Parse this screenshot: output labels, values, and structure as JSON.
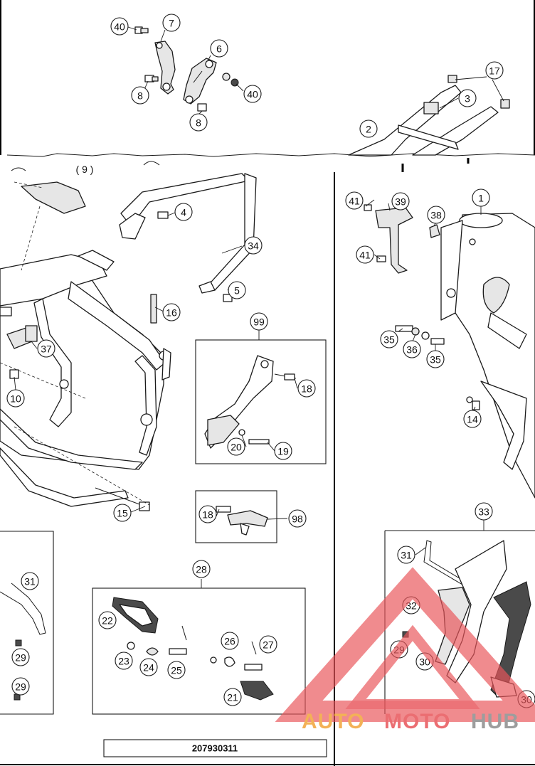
{
  "diagram": {
    "code": "207930311",
    "top_label": "( 9 )",
    "colors": {
      "line": "#1a1a1a",
      "watermark_red": "#e8555a",
      "watermark_orange": "#f2a43a",
      "watermark_gray": "#8c8c8c"
    }
  },
  "callouts": {
    "c1": "1",
    "c2": "2",
    "c3": "3",
    "c4": "4",
    "c5": "5",
    "c6": "6",
    "c7": "7",
    "c8a": "8",
    "c8b": "8",
    "c10": "10",
    "c14": "14",
    "c15": "15",
    "c16": "16",
    "c17": "17",
    "c18a": "18",
    "c18b": "18",
    "c19": "19",
    "c20": "20",
    "c21": "21",
    "c22": "22",
    "c23": "23",
    "c24": "24",
    "c25": "25",
    "c26": "26",
    "c27": "27",
    "c28": "28",
    "c29a": "29",
    "c29b": "29",
    "c29c": "29",
    "c30a": "30",
    "c30b": "30",
    "c31a": "31",
    "c31b": "31",
    "c32": "32",
    "c33": "33",
    "c34": "34",
    "c35a": "35",
    "c35b": "35",
    "c36": "36",
    "c37": "37",
    "c38": "38",
    "c39": "39",
    "c40a": "40",
    "c40b": "40",
    "c41a": "41",
    "c41b": "41",
    "c98": "98",
    "c99": "99"
  },
  "watermark": {
    "auto": "AUTO",
    "moto": "MOTO",
    "hub": "HUB"
  }
}
